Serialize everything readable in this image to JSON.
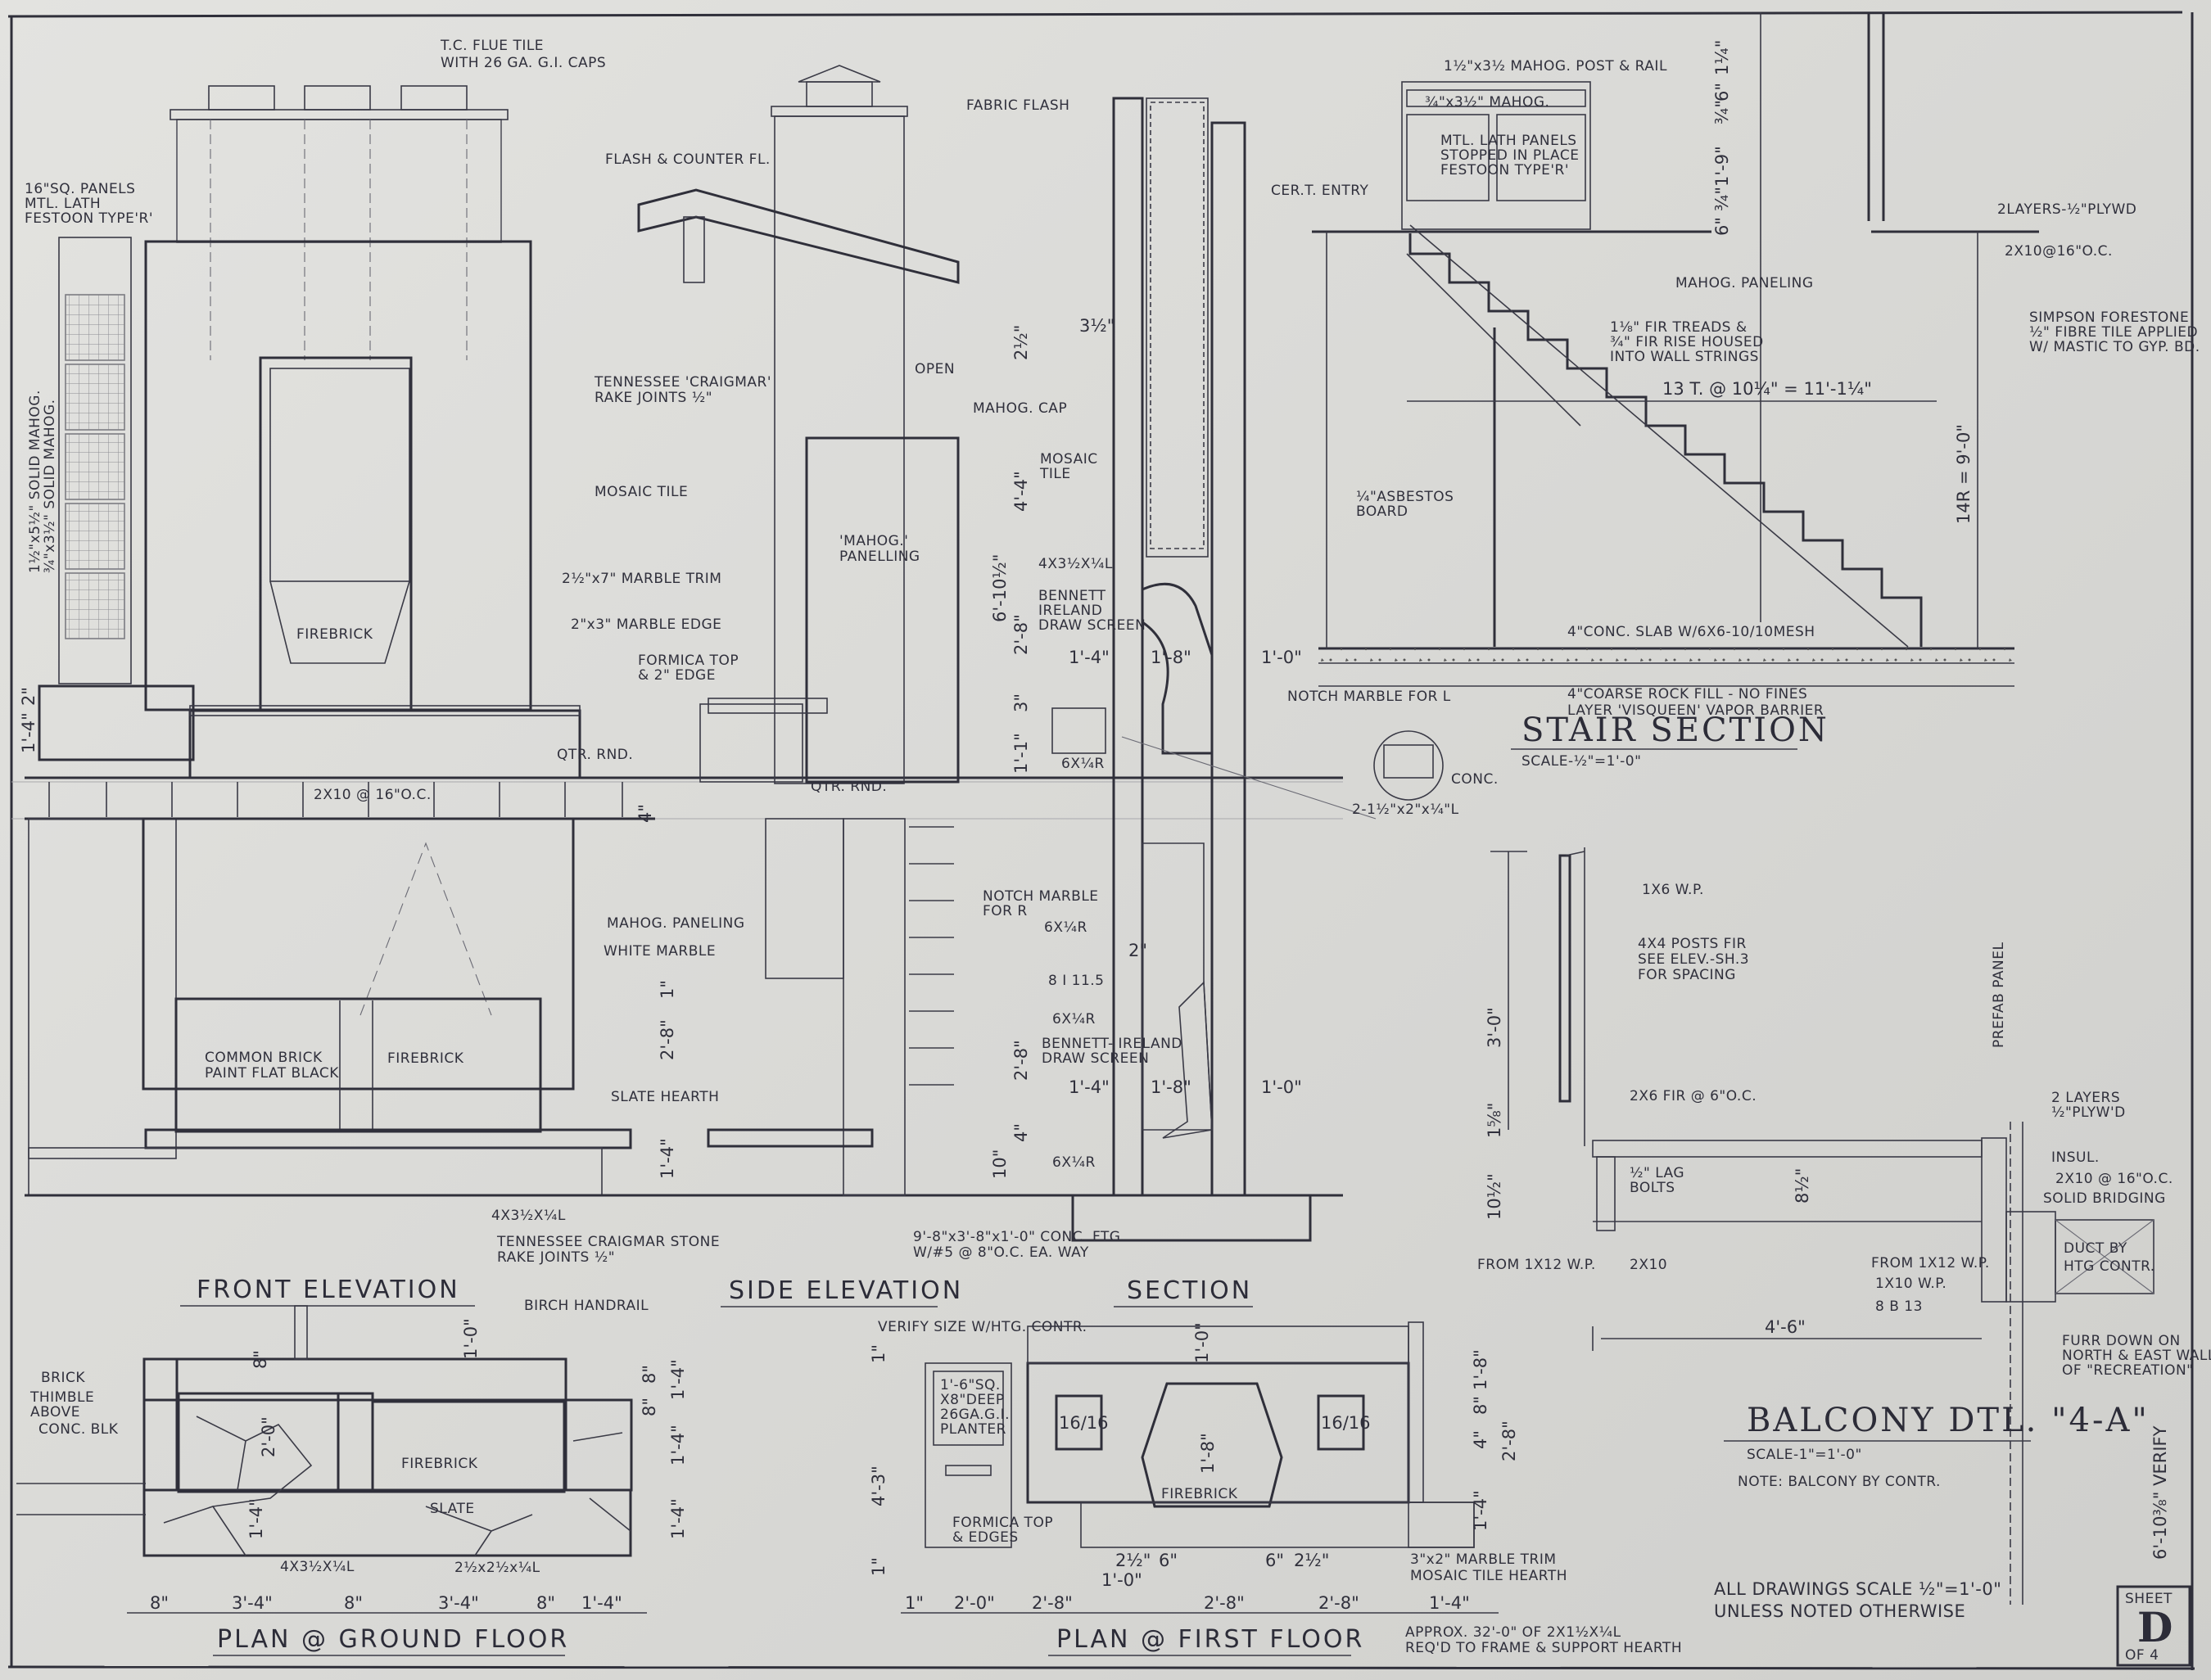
{
  "front_elevation": {
    "title": "FRONT ELEVATION",
    "notes": {
      "flue_1": "T.C. FLUE TILE",
      "flue_2": "WITH 26 GA. G.I. CAPS",
      "panels_1": "16\"SQ. PANELS",
      "panels_2": "MTL. LATH",
      "panels_3": "FESTOON TYPE'R'",
      "mahog_1": "1½\"x5½\" SOLID MAHOG.",
      "mahog_2": "¾\"x3½\" SOLID MAHOG.",
      "stone_1": "TENNESSEE 'CRAIGMAR'",
      "stone_2": "RAKE JOINTS ½\"",
      "mosaic": "MOSAIC TILE",
      "marble_trim": "2½\"x7\" MARBLE TRIM",
      "firebrick": "FIREBRICK",
      "marble_edge": "2\"x3\" MARBLE EDGE",
      "qtr_rnd": "QTR. RND.",
      "joists": "2X10 @ 16\"O.C.",
      "paneling": "MAHOG. PANELING",
      "white_marble": "WHITE MARBLE",
      "common_brick_1": "COMMON BRICK",
      "common_brick_2": "PAINT FLAT BLACK",
      "firebrick_lower": "FIREBRICK",
      "slate_hearth": "SLATE HEARTH",
      "angle": "4X3½X¼L",
      "stone_lower_1": "TENNESSEE CRAIGMAR STONE",
      "stone_lower_2": "RAKE JOINTS ½\""
    },
    "dims": {
      "d1": "2\"",
      "d2": "1'-4\"",
      "d3": "4\"",
      "d4": "2'-8\"",
      "d5": "1'-4\"",
      "d6": "1\""
    }
  },
  "side_elevation": {
    "title": "SIDE ELEVATION",
    "notes": {
      "flash": "FLASH & COUNTER FL.",
      "open": "OPEN",
      "cap": "MAHOG. CAP",
      "panelling_1": "'MAHOG.'",
      "panelling_2": "PANELLING",
      "formica_1": "FORMICA TOP",
      "formica_2": "& 2\" EDGE",
      "qtr_rnd": "QTR. RND."
    }
  },
  "section": {
    "title": "SECTION",
    "notes": {
      "fabric_flash": "FABRIC FLASH",
      "mosaic_1": "MOSAIC",
      "mosaic_2": "TILE",
      "angle": "4X3½X¼L",
      "bennett_1": "BENNETT",
      "bennett_2": "IRELAND",
      "bennett_3": "DRAW SCREEN",
      "plate": "6X¼R",
      "notch_1": "NOTCH MARBLE",
      "notch_2": "FOR R",
      "plate_2": "6X¼R",
      "beam": "8 I 11.5",
      "plate_3": "6X¼R",
      "bennett_lower_1": "BENNETT- IRELAND",
      "bennett_lower_2": "DRAW SCREEN",
      "plate_4": "6X¼R",
      "footing_1": "9'-8\"x3'-8\"x1'-0\" CONC. FTG.",
      "footing_2": "W/#5 @ 8\"O.C. EA. WAY",
      "notch_L": "NOTCH MARBLE FOR L",
      "conc": "CONC.",
      "angles": "2-1½\"x2\"x¼\"L"
    },
    "dims": {
      "a": "3½\"",
      "b": "2½\"",
      "c": "4'-4\"",
      "d": "6'-10½\"",
      "e": "2'-8\"",
      "f": "3\"",
      "g": "1'-1\"",
      "h": "1'-4\"",
      "i": "1'-8\"",
      "j": "1'-0\"",
      "k": "2'-8\"",
      "l": "1'-4\"",
      "m": "1'-8\"",
      "n": "1'-0\"",
      "o": "10\"",
      "p": "4\"",
      "q": "2\""
    }
  },
  "stair_section": {
    "title": "STAIR SECTION",
    "scale": "SCALE-½\"=1'-0\"",
    "notes": {
      "post_rail": "1½\"x3½ MAHOG. POST & RAIL",
      "mahog": "¾\"x3½\" MAHOG.",
      "lath_1": "MTL. LATH PANELS",
      "lath_2": "STOPPED IN PLACE",
      "lath_3": "FESTOON TYPE'R'",
      "entry": "CER.T. ENTRY",
      "plywd": "2LAYERS-½\"PLYWD",
      "joists": "2X10@16\"O.C.",
      "paneling": "MAHOG. PANELING",
      "simpson_1": "SIMPSON FORESTONE",
      "simpson_2": "½\" FIBRE TILE APPLIED",
      "simpson_3": "W/ MASTIC TO GYP. BD.",
      "treads_1": "1⅛\" FIR TREADS &",
      "treads_2": "¾\" FIR RISE HOUSED",
      "treads_3": "INTO WALL STRINGS",
      "run": "13 T. @ 10¼\" = 11'-1¼\"",
      "rise": "14R = 9'-0\"",
      "asbestos_1": "¼\"ASBESTOS",
      "asbestos_2": "BOARD",
      "slab": "4\"CONC. SLAB W/6X6-10/10MESH",
      "fill": "4\"COARSE ROCK FILL - NO FINES",
      "barrier": "LAYER 'VISQUEEN' VAPOR BARRIER"
    },
    "dims": {
      "a": "1¼\"",
      "b": "6\"",
      "c": "¾\"",
      "d": "1'-9\"",
      "e": "¾\"",
      "f": "6\""
    }
  },
  "balcony": {
    "title": "BALCONY DTL. \"4-A\"",
    "scale": "SCALE-1\"=1'-0\"",
    "note": "NOTE: BALCONY BY CONTR.",
    "notes": {
      "wp": "1X6 W.P.",
      "posts_1": "4X4 POSTS FIR",
      "posts_2": "SEE ELEV.-SH.3",
      "posts_3": "FOR SPACING",
      "prefab": "PREFAB PANEL",
      "fir": "2X6 FIR @ 6\"O.C.",
      "plywd_1": "2 LAYERS",
      "plywd_2": "½\"PLYW'D",
      "insul": "INSUL.",
      "joists": "2X10 @ 16\"O.C.",
      "bridging": "SOLID BRIDGING",
      "lag_1": "½\" LAG",
      "lag_2": "BOLTS",
      "from_1": "FROM 1X12 W.P.",
      "twox10": "2X10",
      "from_2": "FROM 1X12 W.P.",
      "onex10": "1X10 W.P.",
      "beam": "8 B 13",
      "duct_1": "DUCT BY",
      "duct_2": "HTG CONTR.",
      "furr_1": "FURR DOWN ON",
      "furr_2": "NORTH & EAST WALL",
      "furr_3": "OF \"RECREATION\"",
      "verify": "6'-10⅜\" VERIFY"
    },
    "dims": {
      "a": "3'-0\"",
      "b": "1⅝\"",
      "c": "10½\"",
      "d": "8½\"",
      "e": "4'-6\""
    }
  },
  "plan_ground": {
    "title": "PLAN @ GROUND FLOOR",
    "notes": {
      "handrail": "BIRCH HANDRAIL",
      "brick": "BRICK",
      "thimble_1": "THIMBLE",
      "thimble_2": "ABOVE",
      "conc_blk": "CONC. BLK",
      "firebrick": "FIREBRICK",
      "slate": "SLATE",
      "angle_1": "4X3½X¼L",
      "angle_2": "2½x2½x¼L"
    },
    "dims": [
      "8\"",
      "3'-4\"",
      "8\"",
      "3'-4\"",
      "8\"",
      "1'-4\""
    ],
    "side_dims": {
      "a": "8\"",
      "b": "2'-0\"",
      "c": "1'-4\"",
      "d": "1'-0\"",
      "e": "8\"",
      "f": "8\"",
      "g": "1'-4\"",
      "h": "1'-4\"",
      "i": "1'-4\""
    }
  },
  "plan_first": {
    "title": "PLAN @ FIRST FLOOR",
    "notes": {
      "verify": "VERIFY SIZE W/HTG. CONTR.",
      "planter_1": "1'-6\"SQ.",
      "planter_2": "X8\"DEEP",
      "planter_3": "26GA.G.I.",
      "planter_4": "PLANTER",
      "formica_1": "FORMICA TOP",
      "formica_2": "& EDGES",
      "flue_a": "16/16",
      "flue_b": "16/16",
      "firebrick": "FIREBRICK",
      "trim_1": "3\"x2\" MARBLE TRIM",
      "trim_2": "MOSAIC TILE HEARTH",
      "approx_1": "APPROX. 32'-0\" OF 2X1½X¼L",
      "approx_2": "REQ'D TO FRAME & SUPPORT HEARTH"
    },
    "dims": [
      "1\"",
      "2'-0\"",
      "2'-8\"",
      "1'-0\"",
      "2½\"",
      "6\"",
      "2'-8\"",
      "6\"",
      "2½\"",
      "2'-8\"",
      "1'-4\""
    ],
    "side_dims": {
      "a": "4'-3\"",
      "b": "1\"",
      "c": "1\"",
      "d": "1'-0\"",
      "e": "1'-8\"",
      "f": "8\"",
      "g": "4\"",
      "h": "1'-4\"",
      "i": "2'-8\"",
      "j": "1'-8\""
    }
  },
  "general": {
    "scale_1": "ALL DRAWINGS SCALE ½\"=1'-0\"",
    "scale_2": "UNLESS NOTED OTHERWISE",
    "sheet_label": "SHEET",
    "sheet_letter": "D",
    "sheet_of": "OF 4"
  }
}
